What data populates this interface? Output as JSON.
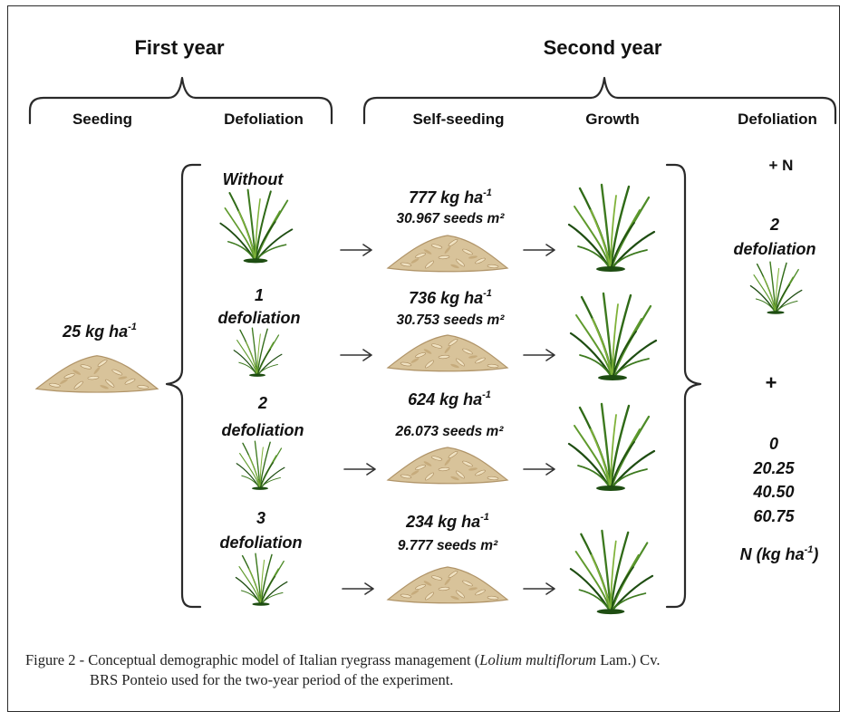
{
  "header": {
    "first_year": "First year",
    "second_year": "Second year",
    "seeding": "Seeding",
    "defoliation": "Defoliation",
    "self_seeding": "Self-seeding",
    "growth": "Growth",
    "defoliation2": "Defoliation"
  },
  "initial": {
    "rate": "25 kg ha",
    "exp": "-1"
  },
  "treatments": [
    {
      "label1": "Without",
      "label2": "",
      "yield": "777 kg ha",
      "exp": "-1",
      "seeds": "30.967 seeds  m²"
    },
    {
      "label1": "1",
      "label2": "defoliation",
      "yield": "736 kg ha",
      "exp": "-1",
      "seeds": "30.753 seeds  m²"
    },
    {
      "label1": "2",
      "label2": "defoliation",
      "yield": "624 kg ha",
      "exp": "-1",
      "seeds": "26.073 seeds  m²"
    },
    {
      "label1": "3",
      "label2": "defoliation",
      "yield": "234 kg ha",
      "exp": "-1",
      "seeds": "9.777 seeds  m²"
    }
  ],
  "right": {
    "plus_n": "+ N",
    "def_count": "2",
    "def_word": "defoliation",
    "plus": "+",
    "doses": [
      "0",
      "20.25",
      "40.50",
      "60.75"
    ],
    "unit_pre": "N (kg ha",
    "unit_exp": "-1",
    "unit_post": ")"
  },
  "caption": {
    "prefix": "Figure 2 - Conceptual demographic model of Italian ryegrass management (",
    "species": "Lolium multiflorum",
    "middle": " Lam.) Cv.",
    "line2": "BRS Ponteio used for the two-year period of the experiment."
  },
  "colors": {
    "grass_dark": "#1e4d12",
    "grass_mid": "#3d7a1f",
    "grass_light": "#7fb239",
    "seed": "#d8c39a",
    "seed_dark": "#b09468"
  }
}
